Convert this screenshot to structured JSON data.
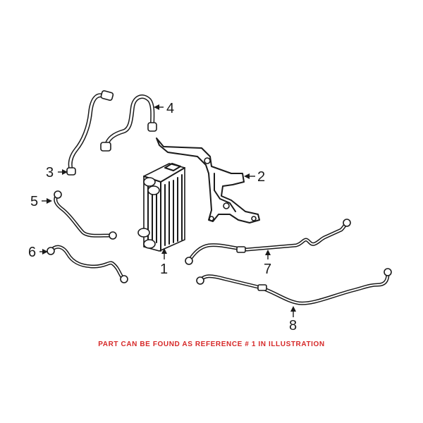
{
  "callouts": [
    "1",
    "2",
    "3",
    "4",
    "5",
    "6",
    "7",
    "8"
  ],
  "note": {
    "text": "PART CAN BE FOUND AS REFERENCE # 1 IN ILLUSTRATION",
    "color": "#d62828"
  },
  "parts": [
    {
      "ref": "1",
      "name": "oil-cooler"
    },
    {
      "ref": "2",
      "name": "bracket"
    },
    {
      "ref": "3",
      "name": "hose"
    },
    {
      "ref": "4",
      "name": "hose"
    },
    {
      "ref": "5",
      "name": "tube"
    },
    {
      "ref": "6",
      "name": "tube"
    },
    {
      "ref": "7",
      "name": "line"
    },
    {
      "ref": "8",
      "name": "line"
    }
  ]
}
